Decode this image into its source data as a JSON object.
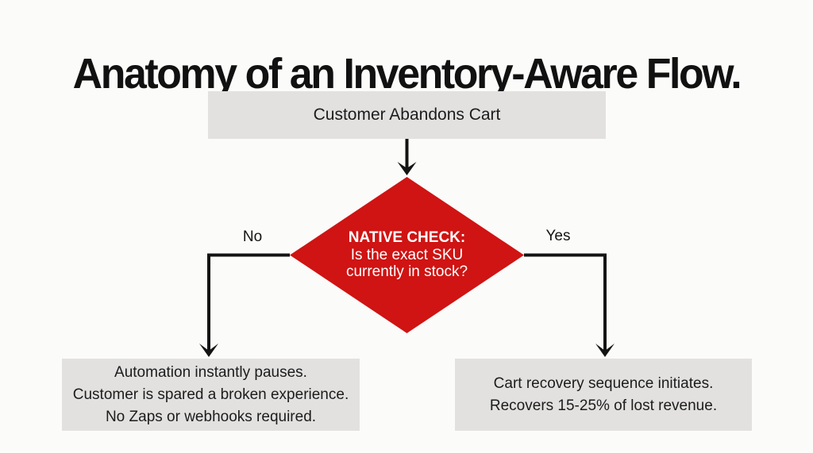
{
  "page": {
    "background": "#fbfbf9",
    "colors": {
      "box_fill": "#e2e1e0",
      "line": "#141414",
      "diamond_fill": "#cf1413",
      "diamond_text": "#ffffff",
      "title_text": "#111111"
    }
  },
  "title": "Anatomy of an Inventory-Aware Flow.",
  "flow": {
    "start_box": {
      "label": "Customer Abandons Cart"
    },
    "decision": {
      "heading": "NATIVE CHECK:",
      "lines": [
        "Is the exact SKU",
        "currently in stock?"
      ]
    },
    "branches": {
      "no": {
        "label": "No"
      },
      "yes": {
        "label": "Yes"
      }
    },
    "no_outcome": {
      "lines": [
        "Automation instantly pauses.",
        "Customer is spared a broken experience.",
        "No Zaps or webhooks required."
      ]
    },
    "yes_outcome": {
      "lines": [
        "Cart recovery sequence initiates.",
        "Recovers 15-25% of lost revenue."
      ]
    }
  }
}
